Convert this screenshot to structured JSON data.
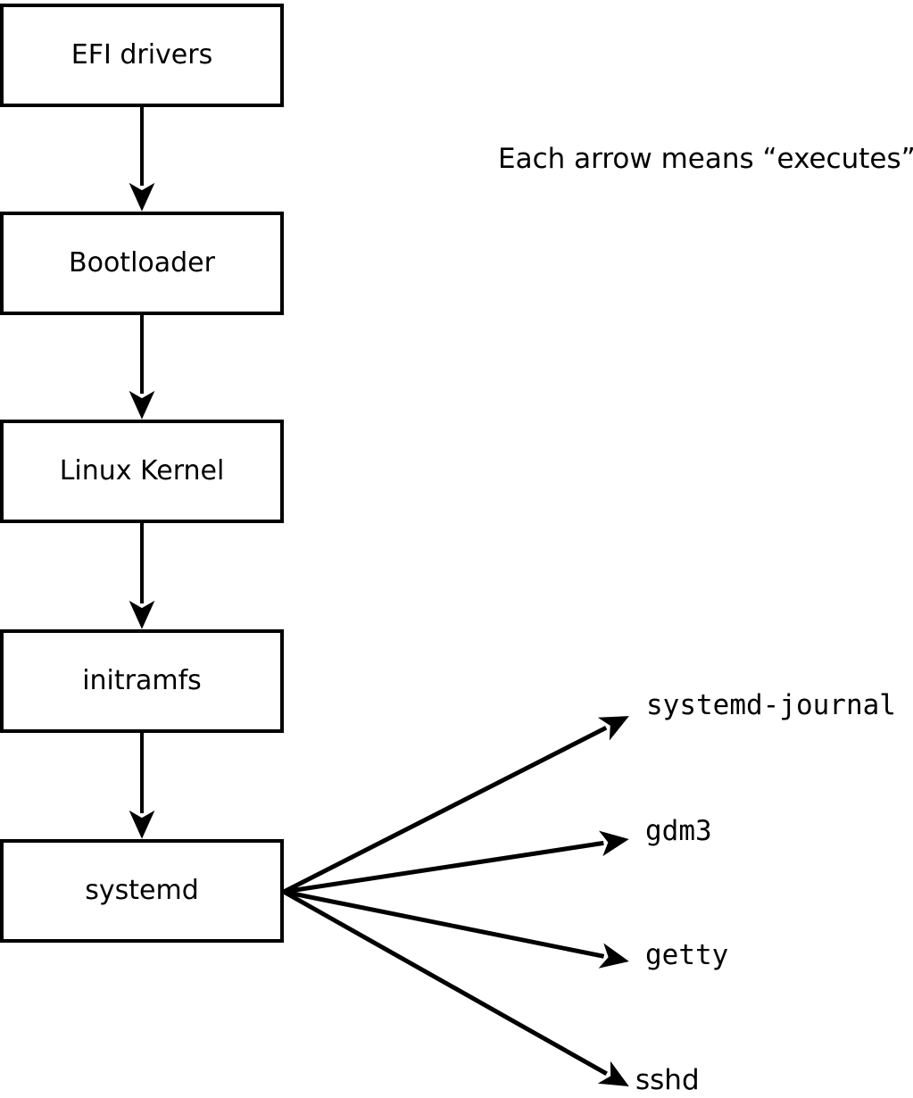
{
  "note": {
    "text": "Each arrow means “executes”."
  },
  "boot_chain": {
    "nodes": [
      {
        "label": "EFI drivers"
      },
      {
        "label": "Bootloader"
      },
      {
        "label": "Linux Kernel"
      },
      {
        "label": "initramfs"
      },
      {
        "label": "systemd"
      }
    ]
  },
  "spawned_processes": {
    "items": [
      {
        "label": "systemd-journal"
      },
      {
        "label": "gdm3"
      },
      {
        "label": "getty"
      },
      {
        "label": "sshd"
      }
    ]
  },
  "colors": {
    "ink": "#000000",
    "background": "#ffffff"
  }
}
